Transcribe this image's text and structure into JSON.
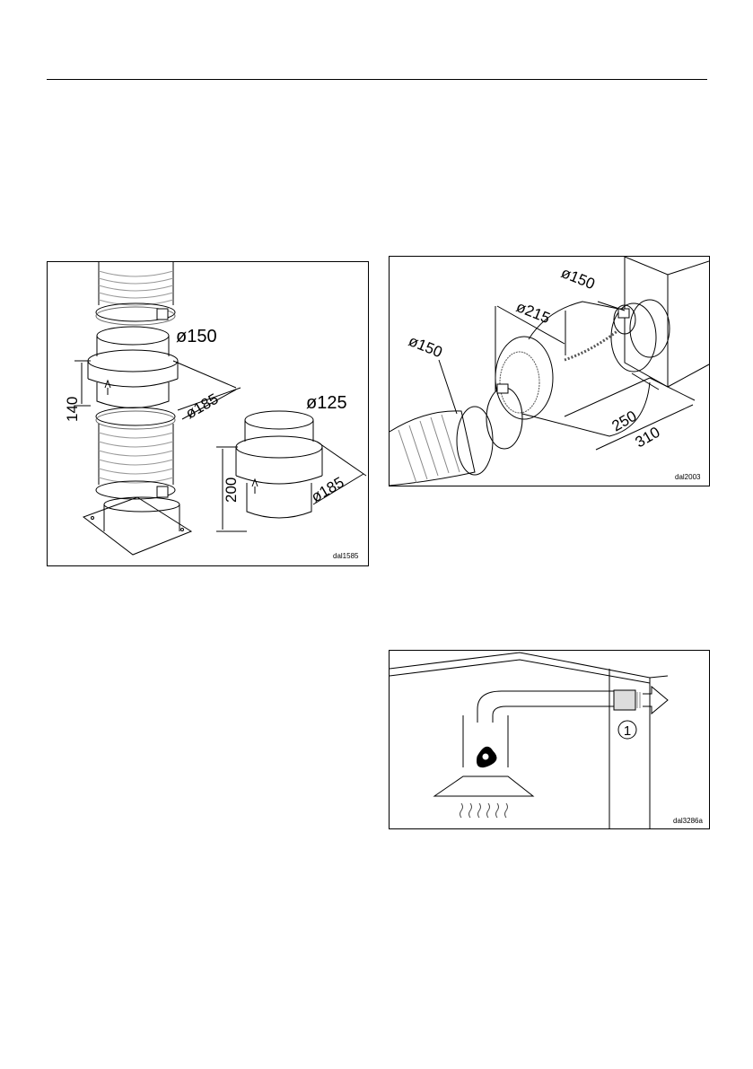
{
  "figure1": {
    "code": "dal1585",
    "labels": {
      "dia_top": "ø150",
      "dia_side": "ø185",
      "height": "140",
      "dia_top2": "ø125",
      "dia_side2": "ø185",
      "height2": "200"
    }
  },
  "figure2": {
    "code": "dal2003",
    "labels": {
      "dia_hose": "ø150",
      "dia_body": "ø215",
      "dia_wall": "ø150",
      "length_inner": "250",
      "length_outer": "310"
    }
  },
  "figure3": {
    "code": "dal3286a",
    "callout": "1"
  }
}
